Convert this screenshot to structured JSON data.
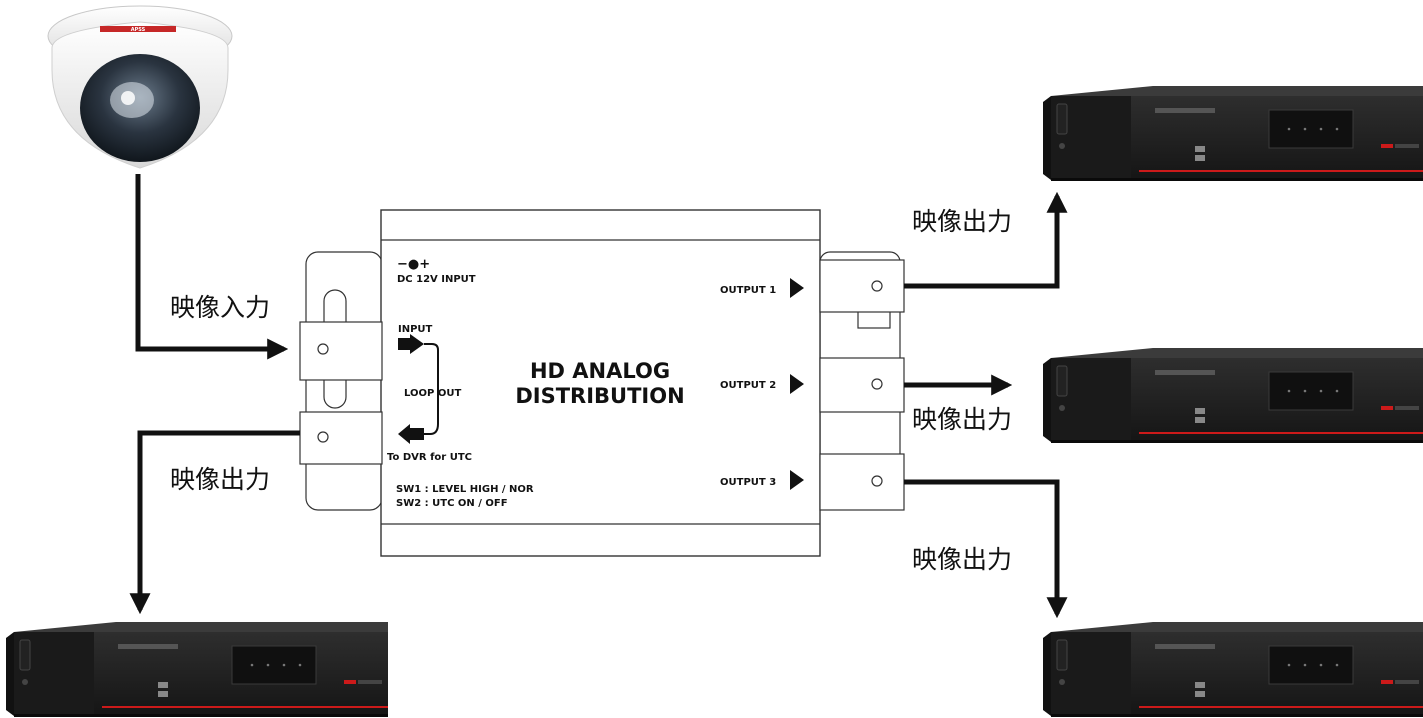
{
  "device": {
    "title_line1": "HD ANALOG",
    "title_line2": "DISTRIBUTION",
    "power_symbol": "−●+",
    "power_label": "DC 12V INPUT",
    "input_label": "INPUT",
    "loop_label": "LOOP OUT",
    "to_dvr_label": "To DVR for UTC",
    "outputs": [
      "OUTPUT 1",
      "OUTPUT 2",
      "OUTPUT 3"
    ],
    "sw1": "SW1 : LEVEL HIGH / NOR",
    "sw2": "SW2 : UTC  ON / OFF"
  },
  "labels": {
    "video_in": "映像入力",
    "video_out_loop": "映像出力",
    "video_out_1": "映像出力",
    "video_out_2": "映像出力",
    "video_out_3": "映像出力"
  },
  "colors": {
    "line": "#111111",
    "dvr_body": "#2a2a2a",
    "dvr_accent": "#cc1a1a",
    "camera_body": "#f2f2f2"
  },
  "icons": {
    "camera": "dome-camera-icon",
    "recorder": "dvr-recorder-icon",
    "port": "bnc-port-icon"
  }
}
